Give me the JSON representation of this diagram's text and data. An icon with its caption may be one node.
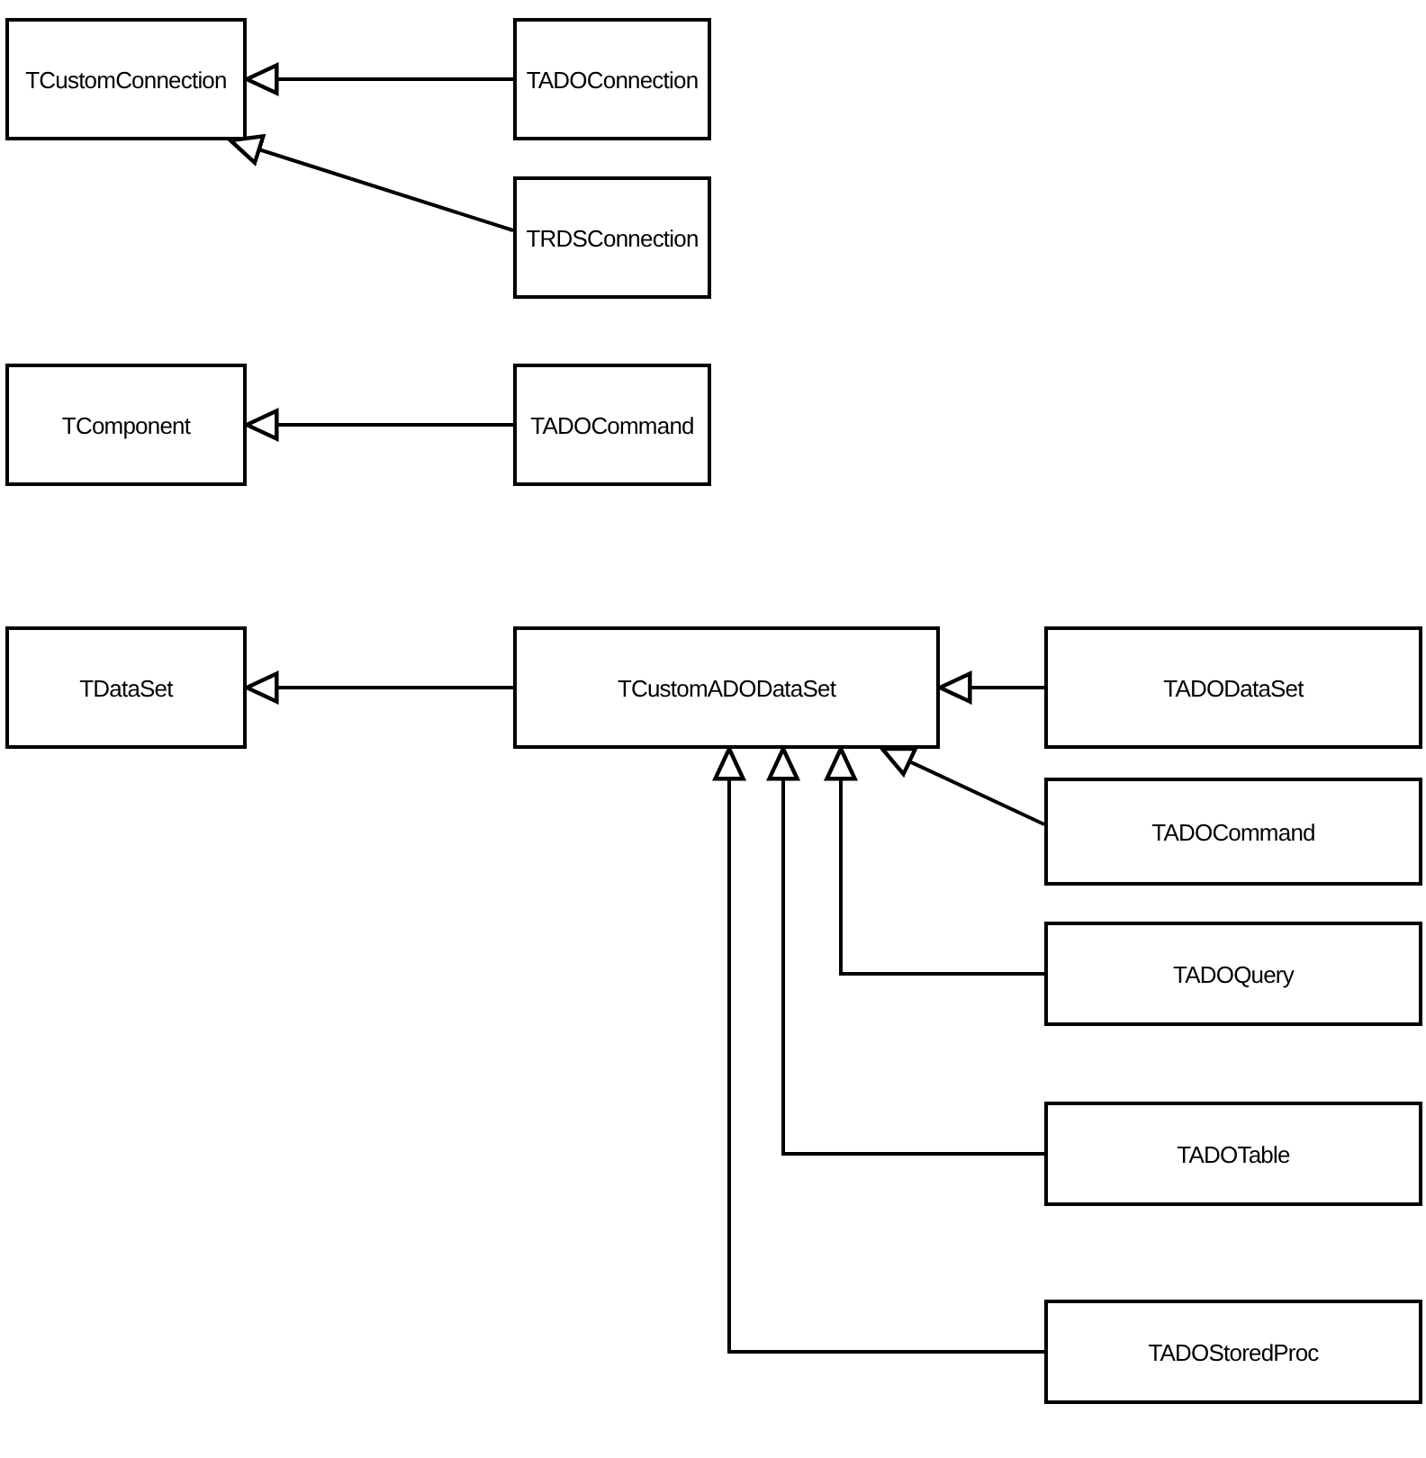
{
  "diagram": {
    "nodes": [
      {
        "text": [
          "TCustomConnection"
        ]
      },
      {
        "text": [
          "TADOConnection"
        ]
      },
      {
        "text": [
          "TRDSConnection"
        ]
      },
      {
        "text": [
          "TComponent"
        ]
      },
      {
        "text": [
          "TADOCommand"
        ]
      },
      {
        "text": [
          "TDataSet"
        ]
      },
      {
        "text": [
          "TCustomADODataSet"
        ]
      },
      {
        "text": [
          "TADODataSet"
        ]
      },
      {
        "text": [
          "TADOCommand"
        ]
      },
      {
        "text": [
          "TADOQuery"
        ]
      },
      {
        "text": [
          "TADOTable"
        ]
      },
      {
        "text": [
          "TADOStoredProc"
        ]
      }
    ],
    "edges": [
      {
        "from": 1,
        "to": 0,
        "arrow": "to"
      },
      {
        "from": 2,
        "to": 0,
        "arrow": "to"
      },
      {
        "from": 4,
        "to": 3,
        "arrow": "to"
      },
      {
        "from": 6,
        "to": 5,
        "arrow": "to"
      },
      {
        "from": 7,
        "to": 6,
        "arrow": "to"
      },
      {
        "from": 8,
        "to": 6,
        "arrow": "to"
      },
      {
        "from": 9,
        "to": 6,
        "arrow": "to"
      },
      {
        "from": 10,
        "to": 6,
        "arrow": "to"
      },
      {
        "from": 11,
        "to": 6,
        "arrow": "to"
      }
    ]
  }
}
